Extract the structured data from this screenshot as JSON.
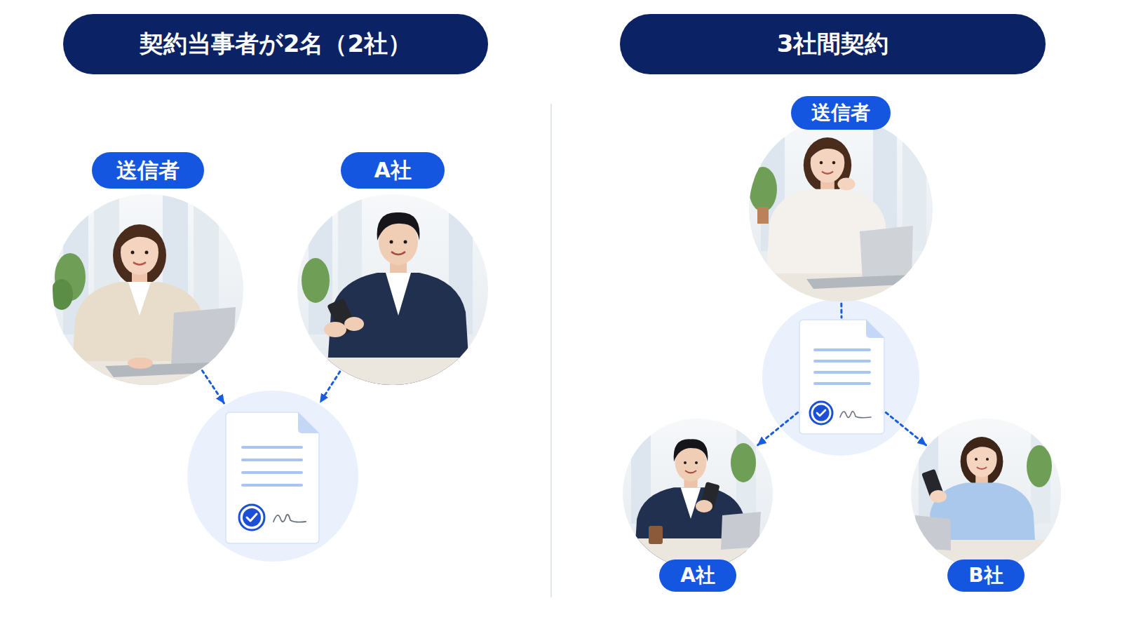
{
  "diagram": {
    "nodes": [
      {
        "text": [
          "契約当事者が2名（2社）"
        ]
      },
      {
        "text": [
          "送信者"
        ]
      },
      {
        "text": [
          "A社"
        ]
      },
      {
        "text": []
      },
      {
        "text": [
          "3社間契約"
        ]
      },
      {
        "text": [
          "送信者"
        ]
      },
      {
        "text": []
      },
      {
        "text": [
          "A社"
        ]
      },
      {
        "text": [
          "B社"
        ]
      }
    ],
    "edges": [
      {
        "from": 1,
        "to": 3,
        "arrow": "to"
      },
      {
        "from": 2,
        "to": 3,
        "arrow": "to"
      },
      {
        "from": 5,
        "to": 6,
        "arrow": "none"
      },
      {
        "from": 6,
        "to": 7,
        "arrow": "to"
      },
      {
        "from": 6,
        "to": 8,
        "arrow": "to"
      }
    ]
  }
}
